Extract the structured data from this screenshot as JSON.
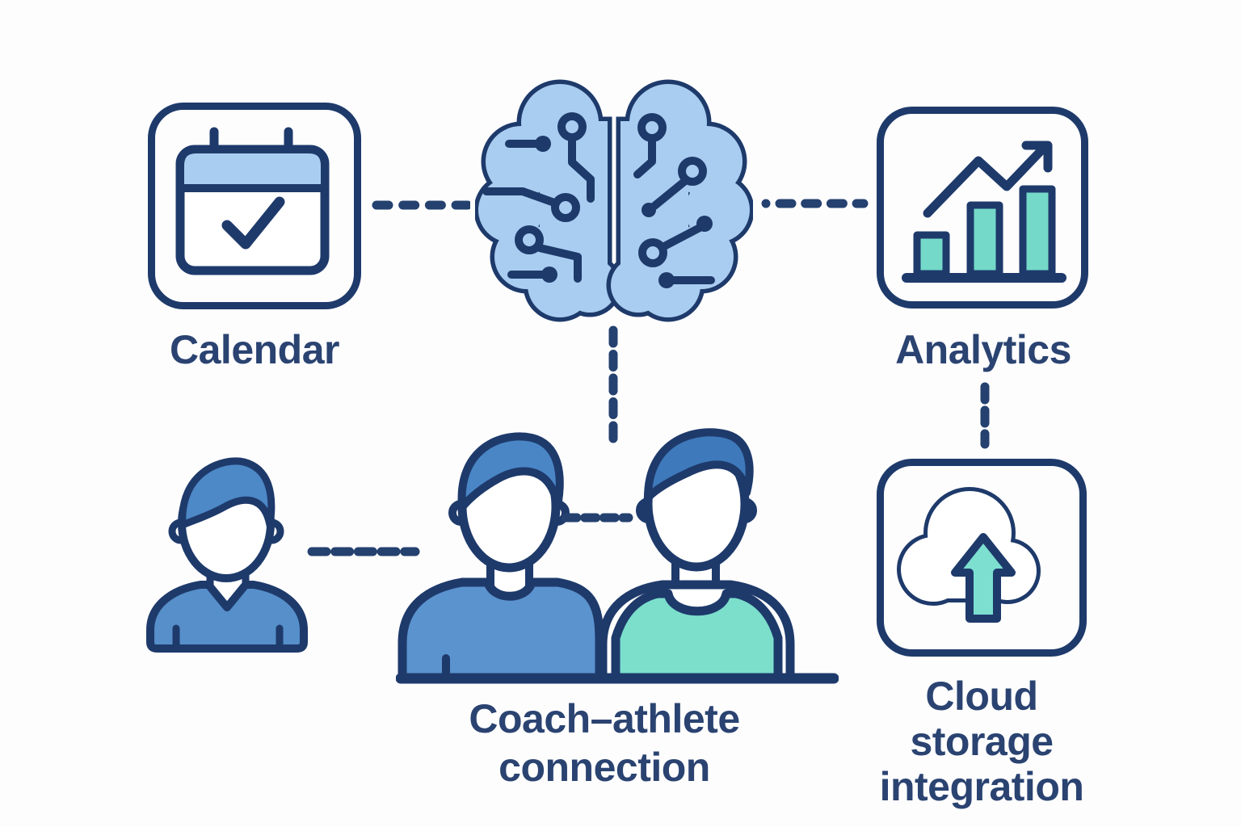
{
  "page": {
    "background": "#fdfdfe"
  },
  "colors": {
    "outline_navy": "#1e3a6b",
    "text_navy": "#2a4371",
    "light_blue": "#a9cdf0",
    "mid_blue": "#568fc9",
    "hair_blue": "#4d88c7",
    "deep_blue": "#3e79bb",
    "teal": "#74d9c8",
    "teal_light": "#7cdfcc"
  },
  "nodes": {
    "calendar": {
      "label": "Calendar",
      "icon": "calendar-check-icon"
    },
    "ai_brain": {
      "icon": "ai-brain-circuit-icon"
    },
    "analytics": {
      "label": "Analytics",
      "icon": "growth-bar-chart-icon"
    },
    "person": {
      "icon": "person-avatar-icon"
    },
    "coach_athlete": {
      "label_lines": [
        "Coach–athlete",
        "connection"
      ],
      "icon": "coach-athlete-pair-icon"
    },
    "cloud_storage": {
      "label_lines": [
        "Cloud",
        "storage",
        "integration"
      ],
      "icon": "cloud-upload-icon"
    }
  },
  "connectors": [
    {
      "from": "calendar",
      "to": "ai_brain",
      "style": "dashed"
    },
    {
      "from": "ai_brain",
      "to": "analytics",
      "style": "dashed"
    },
    {
      "from": "ai_brain",
      "to": "coach_athlete",
      "style": "dashed"
    },
    {
      "from": "analytics",
      "to": "cloud_storage",
      "style": "dashed"
    },
    {
      "from": "person",
      "to": "coach_athlete",
      "style": "dashed"
    },
    {
      "from": "coach",
      "to": "athlete",
      "style": "dashed"
    }
  ]
}
